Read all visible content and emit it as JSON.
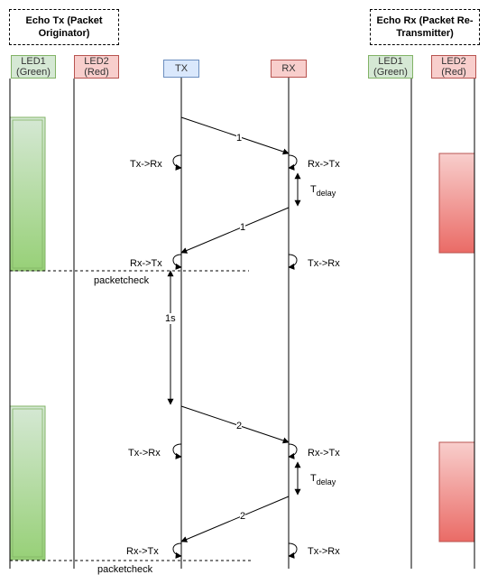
{
  "titles": {
    "left": "Echo Tx (Packet Originator)",
    "right": "Echo Rx (Packet Re-Transmitter)"
  },
  "headers": {
    "led1_left_line1": "LED1",
    "led1_left_line2": "(Green)",
    "led2_left_line1": "LED2",
    "led2_left_line2": "(Red)",
    "tx": "TX",
    "rx": "RX",
    "led1_right_line1": "LED1",
    "led1_right_line2": "(Green)",
    "led2_right_line1": "LED2",
    "led2_right_line2": "(Red)"
  },
  "labels": {
    "msg1": "1",
    "msg2": "2",
    "tx_to_rx": "Tx->Rx",
    "rx_to_tx": "Rx->Tx",
    "t_delay_main": "T",
    "t_delay_sub": "delay",
    "packetcheck": "packetcheck",
    "one_second": "1s"
  },
  "colors": {
    "green_fill_top": "#d5e8d4",
    "green_fill_bottom": "#97d077",
    "red_fill_top": "#f8cecc",
    "red_fill_bottom": "#ea6b66"
  }
}
